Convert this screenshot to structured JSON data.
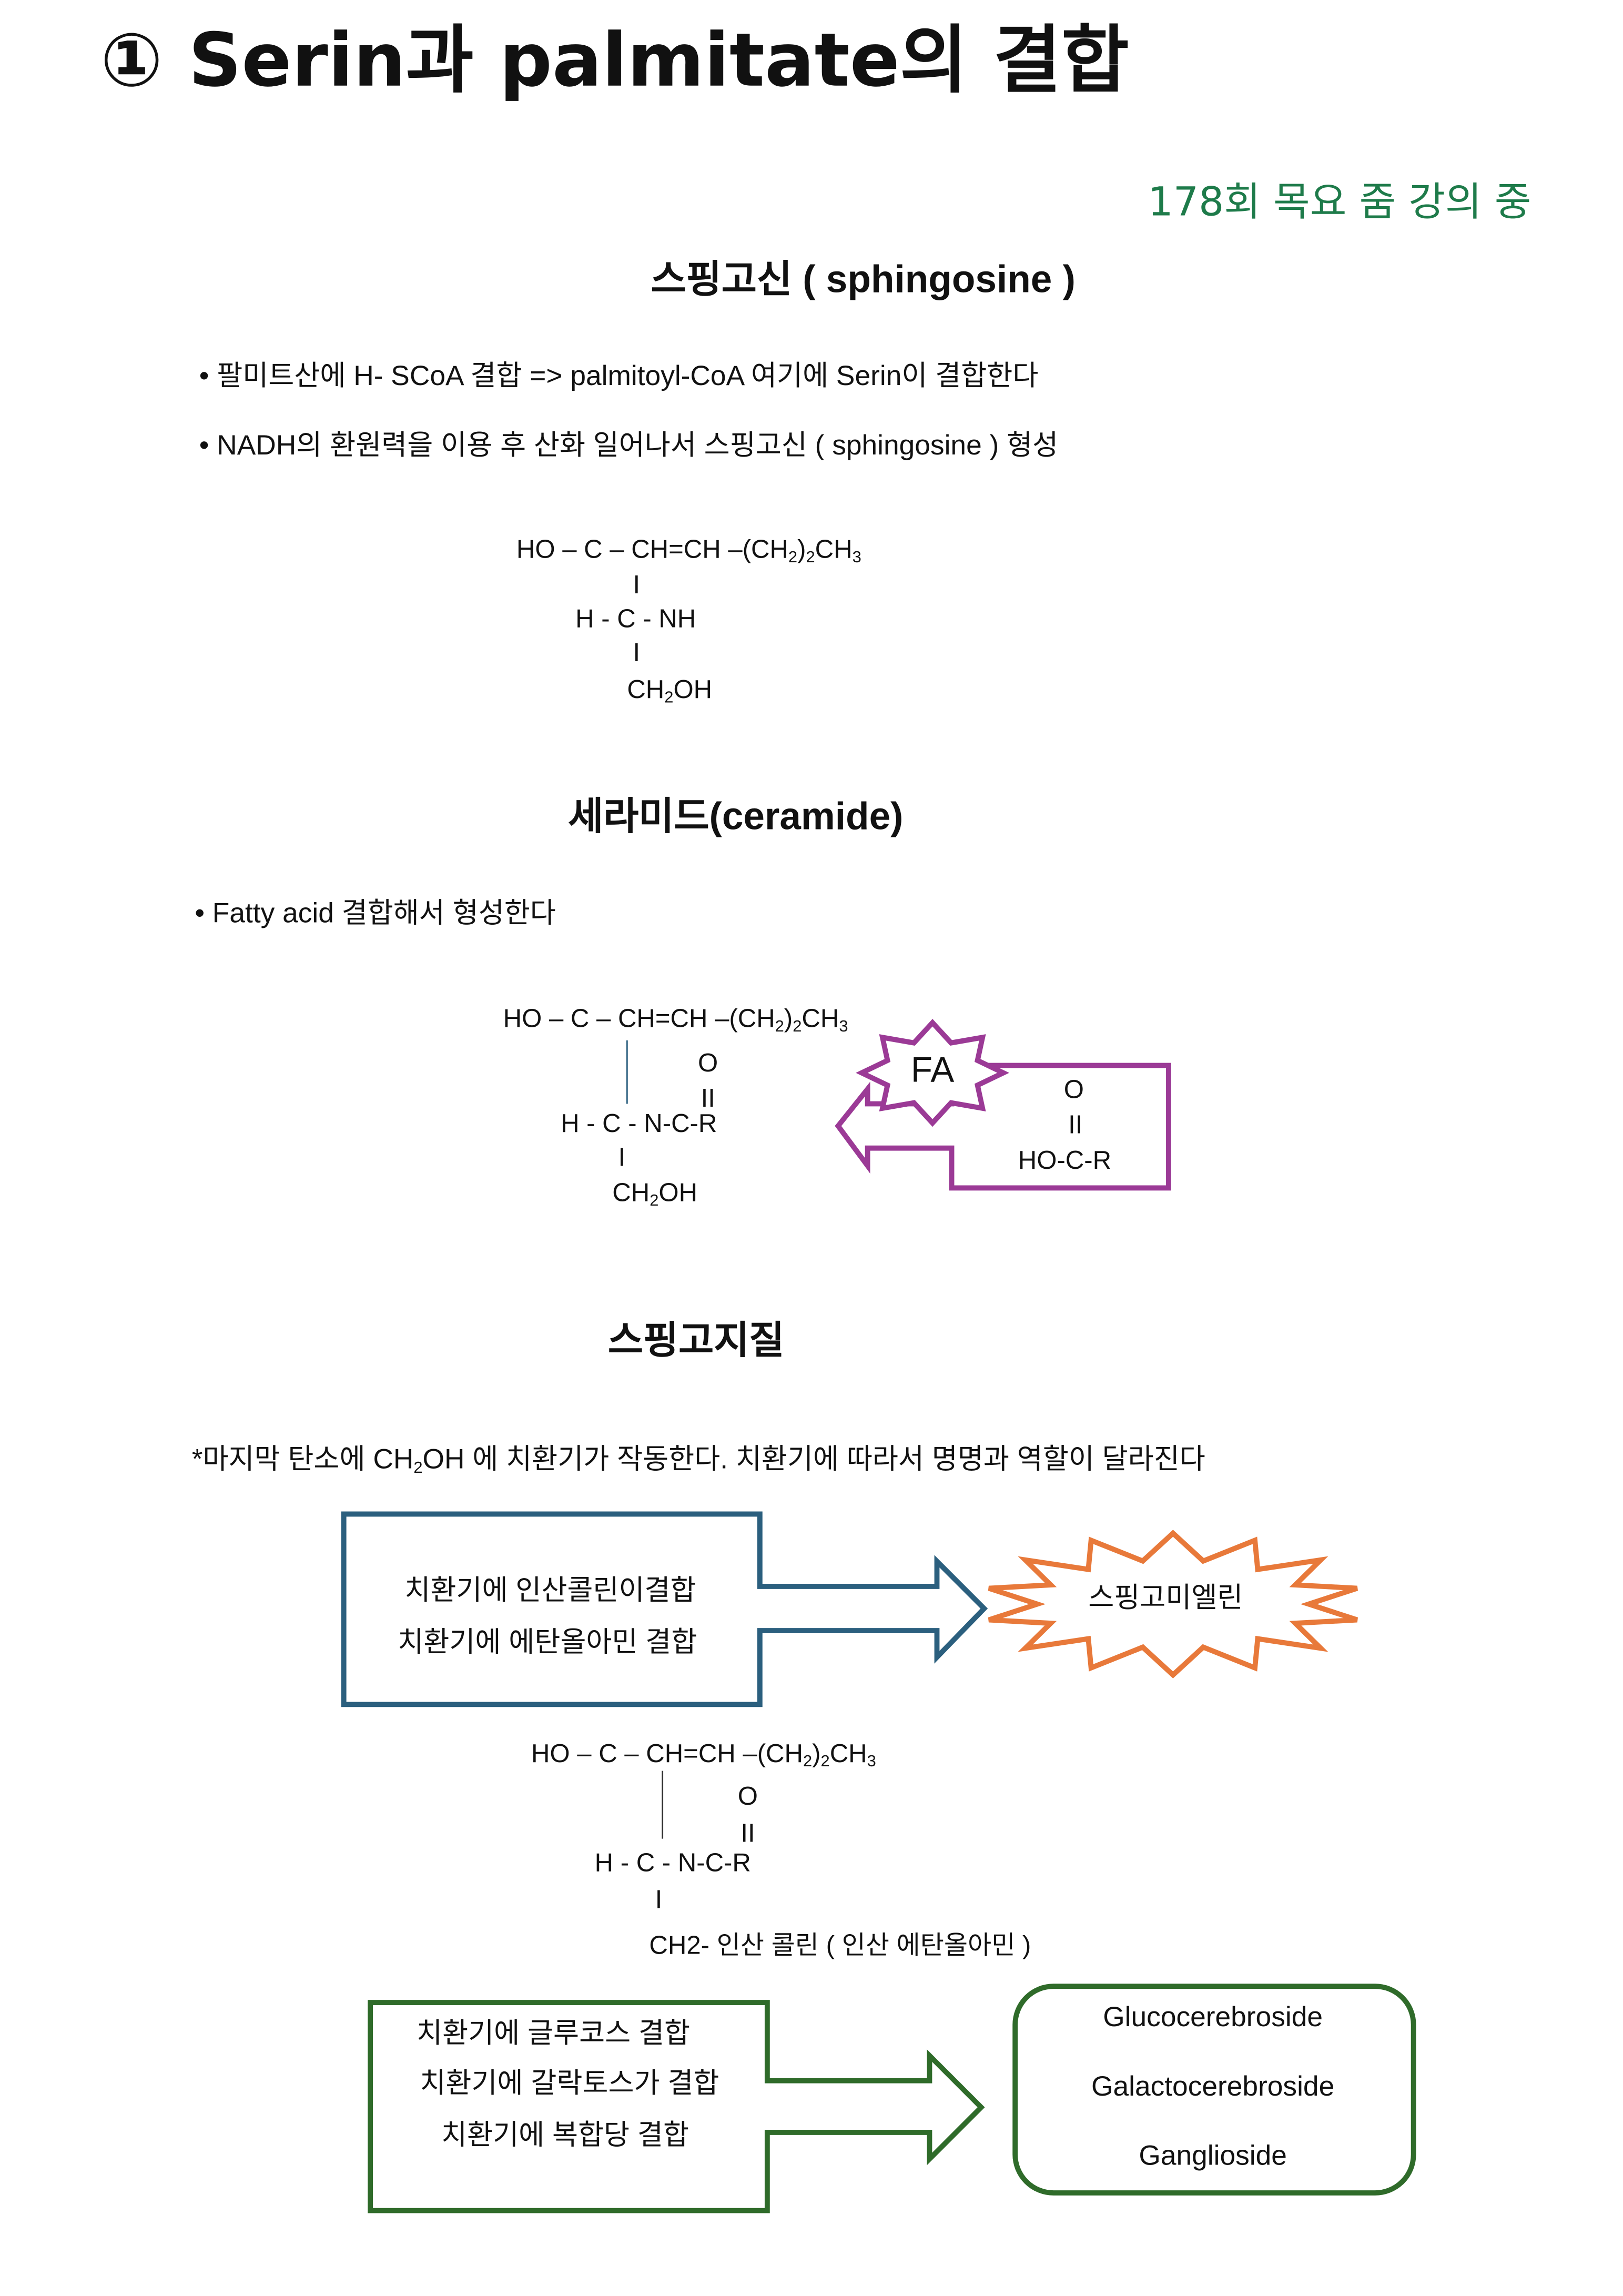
{
  "title": "① Serin과 palmitate의 결합",
  "lecture_note": "178회 목요 줌 강의 중",
  "sphingosine": {
    "heading": "스핑고신 ( sphingosine )",
    "bullets": [
      "• 팔미트산에 H- SCoA 결합  =>  palmitoyl-CoA   여기에 Serin이 결합한다",
      "• NADH의 환원력을 이용 후  산화 일어나서 스핑고신 ( sphingosine ) 형성"
    ],
    "formula": {
      "row1": "HO – C – CH=CH –(CH",
      "sub1": "2",
      "row1b": ")",
      "sub2": "2",
      "row1c": "CH",
      "sub3": "3",
      "bond": "I",
      "row2": "H  -  C  -  NH",
      "row3a": "CH",
      "row3sub": "2",
      "row3b": "OH"
    }
  },
  "ceramide": {
    "heading": "세라미드(ceramide)",
    "bullet": "• Fatty acid 결합해서 형성한다",
    "formula": {
      "oxygen": "O",
      "double_bond": "II",
      "row2": "H  -  C  -  N-C-R",
      "bond": "I"
    },
    "fa_label": "FA",
    "acid": {
      "oxygen": "O",
      "double_bond": "II",
      "formula": "HO-C-R"
    }
  },
  "sphingolipid": {
    "heading": "스핑고지질",
    "note_a": "*마지막 탄소에 CH",
    "note_sub": "2",
    "note_b": "OH 에 치환기가 작동한다. 치환기에 따라서 명명과 역할이 달라진다",
    "box1": [
      "치환기에 인산콜린이결합",
      "치환기에 에탄올아민 결합"
    ],
    "result1": "스핑고미엘린",
    "side_chain": "CH2- 인산 콜린 ( 인산 에탄올아민 )",
    "box2": [
      "치환기에 글루코스 결합",
      "치환기에 갈락토스가 결합",
      "치환기에 복합당 결합"
    ],
    "result2": [
      "Glucocerebroside",
      "Galactocerebroside",
      "Ganglioside"
    ]
  },
  "colors": {
    "green_note": "#1e7b4a",
    "purple": "#9b3a96",
    "blue": "#2b5f7e",
    "orange": "#e8793a",
    "green_box": "#2f6b2a"
  }
}
